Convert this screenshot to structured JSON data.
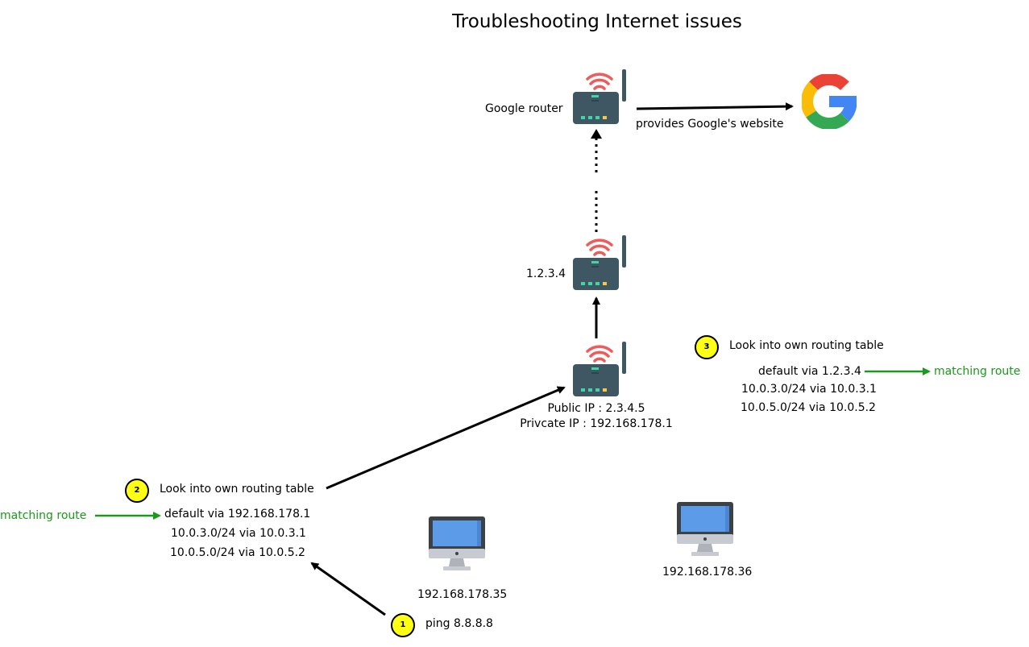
{
  "title": "Troubleshooting Internet issues",
  "routers": {
    "google": {
      "label": "Google router"
    },
    "isp": {
      "label": "1.2.3.4"
    },
    "home": {
      "public_ip": "Public IP : 2.3.4.5",
      "private_ip": "Privcate IP : 192.168.178.1"
    }
  },
  "google_link_label": "provides Google's website",
  "computers": [
    {
      "label": "192.168.178.35"
    },
    {
      "label": "192.168.178.36"
    }
  ],
  "steps": [
    {
      "number": "1",
      "text": "ping 8.8.8.8"
    },
    {
      "number": "2",
      "text": "Look into own routing table",
      "routes": [
        "default via 192.168.178.1",
        "10.0.3.0/24 via 10.0.3.1",
        "10.0.5.0/24 via 10.0.5.2"
      ],
      "match_label": "matching route"
    },
    {
      "number": "3",
      "text": "Look into own routing table",
      "routes": [
        "default via 1.2.3.4",
        "10.0.3.0/24 via 10.0.3.1",
        "10.0.5.0/24 via 10.0.5.2"
      ],
      "match_label": "matching route"
    }
  ],
  "colors": {
    "router_body": "#3f5763",
    "wifi_waves": "#f05a5a",
    "router_leds_green": "#3fd6a4",
    "router_leds_yellow": "#f5c84a",
    "monitor_screen": "#5b9be8",
    "monitor_frame": "#3c4148",
    "monitor_stand": "#c7cbd1",
    "step_badge": "#ffff14",
    "match_arrow": "#1a9a1a",
    "google_red": "#ea4335",
    "google_yellow": "#fbbc05",
    "google_green": "#34a853",
    "google_blue": "#4285f4"
  },
  "icons": {
    "router": "wifi-router-icon",
    "computer": "desktop-computer-icon",
    "google": "google-logo-icon"
  }
}
